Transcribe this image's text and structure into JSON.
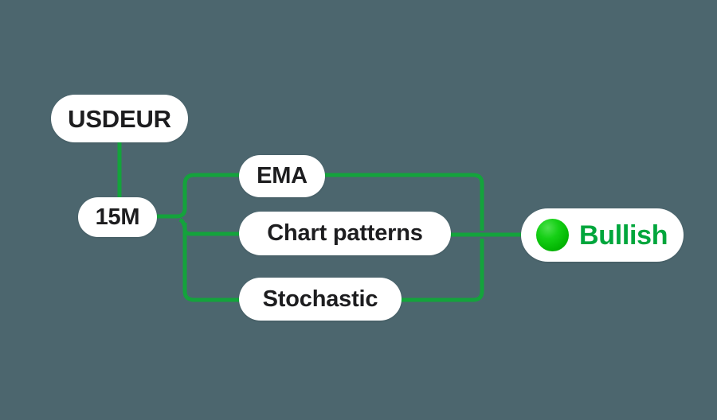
{
  "background_color": "#4c666e",
  "diagram": {
    "type": "trading-signal-flow",
    "connector_color": "#14a33c",
    "connector_width": 5,
    "nodes": [
      {
        "id": "usdeur",
        "label": "USDEUR",
        "role": "instrument",
        "text_color": "#1d1d1f",
        "fill": "#ffffff"
      },
      {
        "id": "timeframe",
        "label": "15M",
        "role": "timeframe",
        "text_color": "#1d1d1f",
        "fill": "#ffffff"
      },
      {
        "id": "ema",
        "label": "EMA",
        "role": "indicator",
        "text_color": "#1d1d1f",
        "fill": "#ffffff"
      },
      {
        "id": "chart-patterns",
        "label": "Chart patterns",
        "role": "indicator",
        "text_color": "#1d1d1f",
        "fill": "#ffffff"
      },
      {
        "id": "stochastic",
        "label": "Stochastic",
        "role": "indicator",
        "text_color": "#1d1d1f",
        "fill": "#ffffff"
      },
      {
        "id": "signal",
        "label": "Bullish",
        "role": "result",
        "text_color": "#00a63c",
        "fill": "#ffffff",
        "dot_color": "#0ac40a",
        "dot_icon": "status-dot-icon"
      }
    ],
    "edges": [
      {
        "from": "usdeur",
        "to": "timeframe"
      },
      {
        "from": "timeframe",
        "to": "ema"
      },
      {
        "from": "timeframe",
        "to": "chart-patterns"
      },
      {
        "from": "timeframe",
        "to": "stochastic"
      },
      {
        "from": "ema",
        "to": "signal"
      },
      {
        "from": "chart-patterns",
        "to": "signal"
      },
      {
        "from": "stochastic",
        "to": "signal"
      }
    ]
  }
}
